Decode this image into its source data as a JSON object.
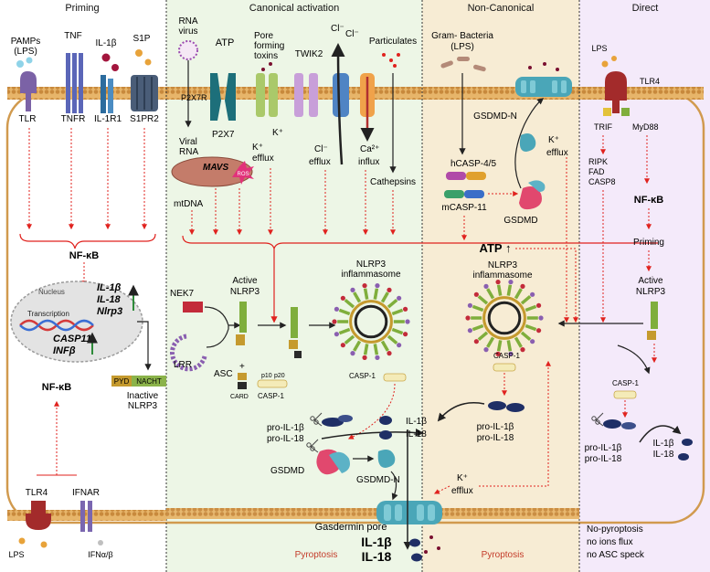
{
  "panels": {
    "priming": "Priming",
    "canonical": "Canonical activation",
    "noncanonical": "Non-Canonical",
    "direct": "Direct"
  },
  "priming": {
    "pamps_line1": "PAMPs",
    "pamps_line2": "(LPS)",
    "tnf": "TNF",
    "il1b": "IL-1β",
    "s1p": "S1P",
    "tlr": "TLR",
    "tnfr": "TNFR",
    "il1r1": "IL-1R1",
    "s1pr2": "S1PR2",
    "nfkb_top": "NF-κB",
    "nucleus": "Nucleus",
    "transcription": "Transcription",
    "gene_il1b": "IL-1β",
    "gene_il18": "IL-18",
    "gene_nlrp3": "Nlrp3",
    "gene_casp11": "CASP11",
    "gene_infb": "INFβ",
    "pyd": "PYD",
    "nacht": "NACHT",
    "inactive_line1": "Inactive",
    "inactive_line2": "NLRP3",
    "nfkb_bottom": "NF-κB",
    "tlr4": "TLR4",
    "ifnar": "IFNAR",
    "lps": "LPS",
    "ifnab": "IFNα/β"
  },
  "canonical": {
    "rna_virus_line1": "RNA",
    "rna_virus_line2": "virus",
    "atp": "ATP",
    "pore_line1": "Pore",
    "pore_line2": "forming",
    "pore_line3": "toxins",
    "twik2": "TWIK2",
    "cl1": "Cl⁻",
    "cl2": "Cl⁻",
    "particulates": "Particulates",
    "p2x7r": "P2X7R",
    "p2x7": "P2X7",
    "k_plus": "K⁺",
    "k_efflux1": "K⁺",
    "k_efflux2": "efflux",
    "viral_rna_line1": "Viral",
    "viral_rna_line2": "RNA",
    "mavs": "MAVS",
    "ros": "ROS",
    "mtdna": "mtDNA",
    "cl_efflux1": "Cl⁻",
    "cl_efflux2": "efflux",
    "ca_influx1": "Ca²⁺",
    "ca_influx2": "influx",
    "cathepsins": "Cathepsins",
    "nek7": "NEK7",
    "lrr": "LRR",
    "active_line1": "Active",
    "active_line2": "NLRP3",
    "inflammasome_line1": "NLRP3",
    "inflammasome_line2": "inflammasome",
    "asc": "ASC",
    "plus": "+",
    "p10": "p10",
    "p20": "p20",
    "card": "CARD",
    "casp1_small": "CASP-1",
    "casp1": "CASP-1",
    "pro_il1b": "pro-IL-1β",
    "pro_il18": "pro-IL-18",
    "il1b_mid": "IL-1β",
    "il18_mid": "IL-18",
    "gsdmd": "GSDMD",
    "gsdmd_n": "GSDMD-N",
    "gasdermin_pore": "Gasdermin pore",
    "il1b_big": "IL-1β",
    "il18_big": "IL-18",
    "pyroptosis": "Pyroptosis"
  },
  "noncanonical": {
    "bacteria_line1": "Gram- Bacteria",
    "bacteria_line2": "(LPS)",
    "gsdmd_n": "GSDMD-N",
    "k_efflux1": "K⁺",
    "k_efflux2": "efflux",
    "hcasp": "hCASP-4/5",
    "mcasp": "mCASP-11",
    "gsdmd": "GSDMD",
    "atp": "ATP ↑",
    "inflammasome_line1": "NLRP3",
    "inflammasome_line2": "inflammasome",
    "casp1": "CASP-1",
    "pro_il1b": "pro-IL-1β",
    "pro_il18": "pro-IL-18",
    "k_efflux_b1": "K⁺",
    "k_efflux_b2": "efflux",
    "pyroptosis": "Pyroptosis"
  },
  "direct": {
    "lps": "LPS",
    "tlr4": "TLR4",
    "trif": "TRIF",
    "myd88": "MyD88",
    "ripk": "RIPK",
    "fad": "FAD",
    "casp8": "CASP8",
    "nfkb": "NF-κB",
    "priming": "Priming",
    "active_line1": "Active",
    "active_line2": "NLRP3",
    "casp1": "CASP-1",
    "pro_il1b": "pro-IL-1β",
    "pro_il18": "pro-IL-18",
    "il1b": "IL-1β",
    "il18": "IL-18",
    "note1": "No-pyroptosis",
    "note2": "no ions flux",
    "note3": "no ASC speck"
  },
  "colors": {
    "priming_bg": "#ffffff",
    "canonical_bg": "#edf6e6",
    "noncanonical_bg": "#f7ecd4",
    "direct_bg": "#f4eafa",
    "membrane": "#d8a257",
    "arrow_red": "#e0221e",
    "nlrp3_green": "#7fae3c",
    "casp_orange": "#d9a441",
    "gsdmd_teal": "#4aa6b8",
    "il_navy": "#1f2f66",
    "pyroptosis_text": "#c43c2a"
  }
}
